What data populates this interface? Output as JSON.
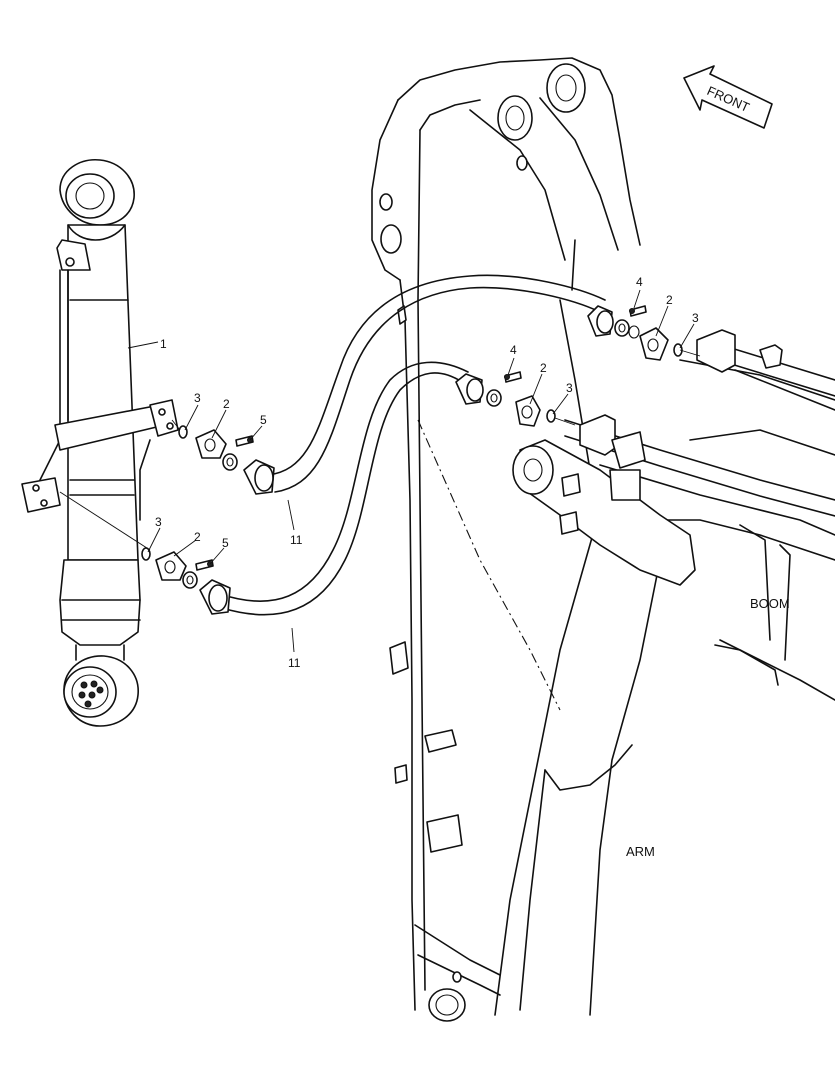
{
  "labels": {
    "front": "FRONT",
    "boom": "BOOM",
    "arm": "ARM"
  },
  "callouts": {
    "c1": "1",
    "c2a": "2",
    "c2b": "2",
    "c2c": "2",
    "c2d": "2",
    "c3a": "3",
    "c3b": "3",
    "c3c": "3",
    "c3d": "3",
    "c4a": "4",
    "c4b": "4",
    "c5a": "5",
    "c5b": "5",
    "c11a": "11",
    "c11b": "11"
  }
}
